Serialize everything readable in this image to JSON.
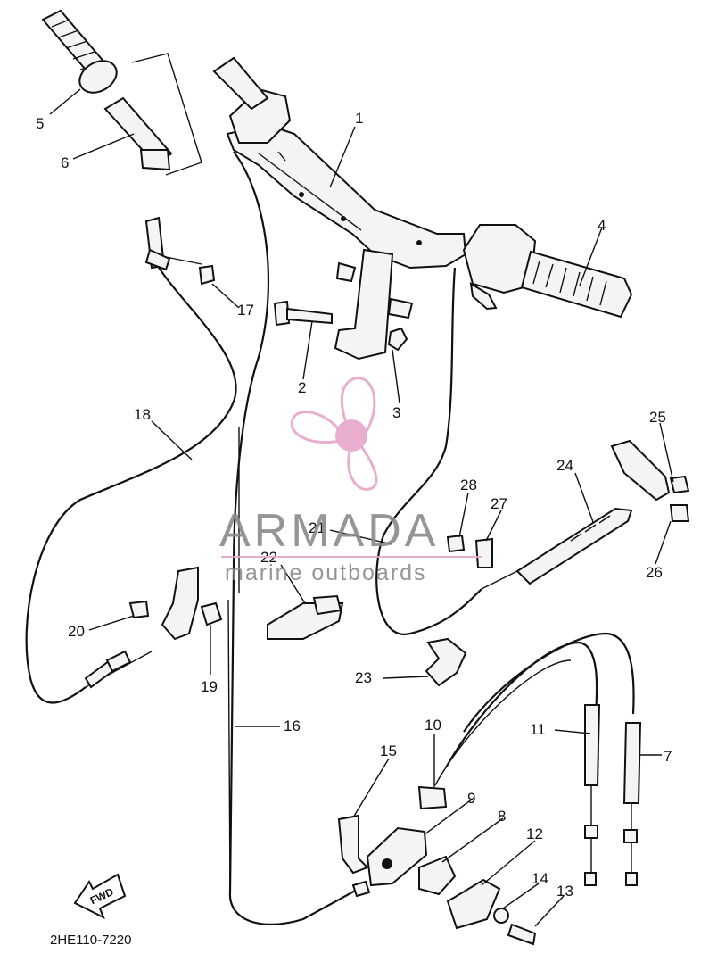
{
  "diagram": {
    "drawing_code": "2HE110-7220",
    "fwd_label": "FWD",
    "callouts": {
      "p1": "1",
      "p2": "2",
      "p3": "3",
      "p4": "4",
      "p5": "5",
      "p6": "6",
      "p7": "7",
      "p8": "8",
      "p9": "9",
      "p10": "10",
      "p11": "11",
      "p12": "12",
      "p13": "13",
      "p14": "14",
      "p15": "15",
      "p16": "16",
      "p17": "17",
      "p18": "18",
      "p19": "19",
      "p20": "20",
      "p21": "21",
      "p22": "22",
      "p23": "23",
      "p24": "24",
      "p25": "25",
      "p26": "26",
      "p27": "27",
      "p28": "28"
    }
  },
  "watermark": {
    "brand": "ARMADA",
    "tagline": "marine outboards",
    "logo_color": "#e6a6c8",
    "text_color": "#8a8a8a"
  }
}
